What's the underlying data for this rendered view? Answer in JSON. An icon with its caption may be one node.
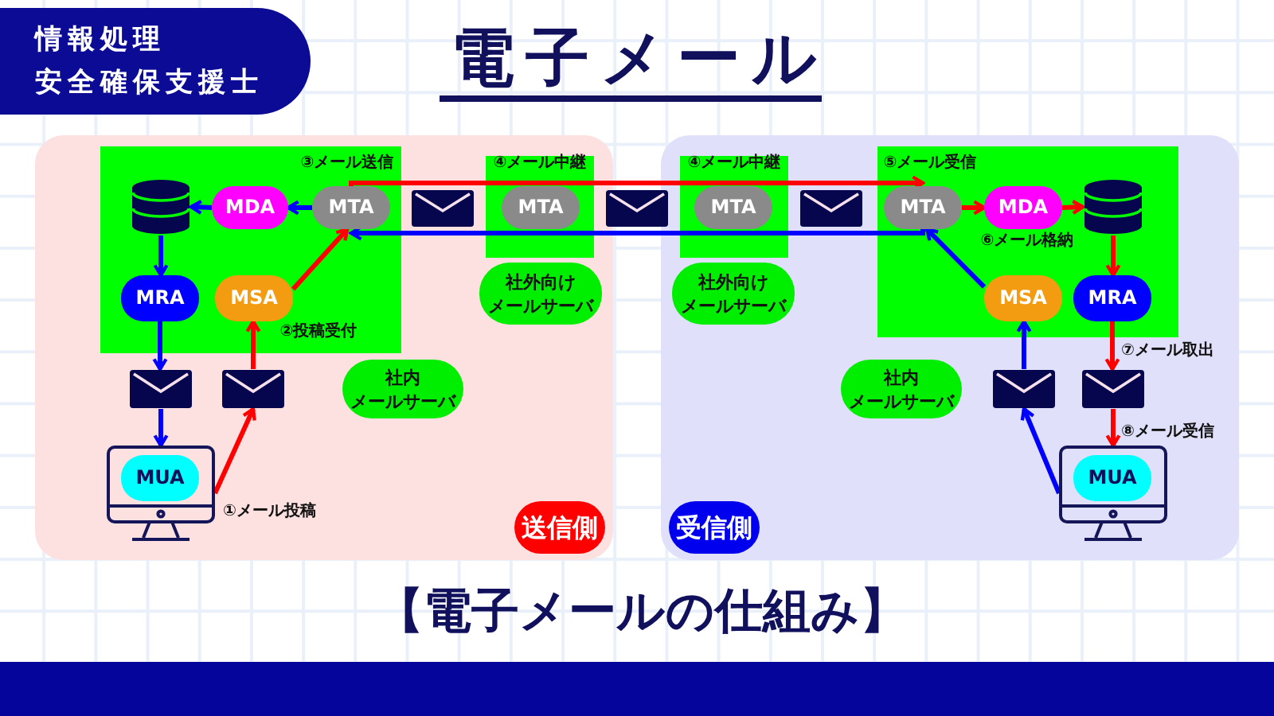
{
  "diagram": {
    "title": "電子メール",
    "caption": "【電子メールの仕組み】",
    "nodes": [
      {
        "text": [
          "情報処理安全確保支援士"
        ]
      },
      {
        "text": [],
        "shape": "box"
      },
      {
        "text": [],
        "shape": "box",
        "in": 1
      },
      {
        "text": [],
        "shape": "cylinder",
        "in": 2
      },
      {
        "text": [
          "MDA"
        ],
        "in": 2
      },
      {
        "text": [
          "MTA"
        ],
        "in": 2,
        "beside": [
          "③メール送信"
        ]
      },
      {
        "text": [
          "MRA"
        ],
        "in": 2
      },
      {
        "text": [
          "MSA"
        ],
        "in": 2,
        "beside": [
          "②投稿受付"
        ]
      },
      {
        "text": [],
        "shape": "box",
        "in": 1
      },
      {
        "text": [
          "MTA"
        ],
        "in": 8,
        "beside": [
          "④メール中継"
        ]
      },
      {
        "text": [
          "社外向けメールサーバ"
        ],
        "in": 1
      },
      {
        "text": [],
        "shape": "envelope",
        "in": 1
      },
      {
        "text": [],
        "shape": "envelope"
      },
      {
        "text": [],
        "shape": "envelope",
        "in": 1
      },
      {
        "text": [],
        "shape": "envelope",
        "in": 1
      },
      {
        "text": [
          "社内メールサーバ"
        ],
        "in": 1
      },
      {
        "text": [],
        "shape": "monitor",
        "in": 1
      },
      {
        "text": [
          "MUA"
        ],
        "in": 16
      },
      {
        "text": [
          "送信側"
        ],
        "in": 1
      },
      {
        "text": [],
        "shape": "box"
      },
      {
        "text": [],
        "shape": "box",
        "in": 19
      },
      {
        "text": [
          "MTA"
        ],
        "in": 20,
        "beside": [
          "④メール中継"
        ]
      },
      {
        "text": [
          "社外向けメールサーバ"
        ],
        "in": 19
      },
      {
        "text": [],
        "shape": "envelope",
        "in": 19
      },
      {
        "text": [],
        "shape": "box",
        "in": 19
      },
      {
        "text": [
          "MTA"
        ],
        "in": 24,
        "beside": [
          "⑤メール受信"
        ]
      },
      {
        "text": [
          "MDA"
        ],
        "in": 24,
        "beside": [
          "⑥メール格納"
        ]
      },
      {
        "text": [],
        "shape": "cylinder",
        "in": 24
      },
      {
        "text": [
          "MSA"
        ],
        "in": 24
      },
      {
        "text": [
          "MRA"
        ],
        "in": 24
      },
      {
        "text": [
          "社内メールサーバ"
        ],
        "in": 19
      },
      {
        "text": [],
        "shape": "envelope",
        "in": 19
      },
      {
        "text": [],
        "shape": "envelope",
        "in": 19
      },
      {
        "text": [],
        "shape": "monitor",
        "in": 19
      },
      {
        "text": [
          "MUA"
        ],
        "in": 33
      },
      {
        "text": [
          "受信側"
        ],
        "in": 19
      }
    ],
    "edges": [
      {
        "from": 5,
        "to": 4,
        "arrow": "to",
        "color": "#0000ff"
      },
      {
        "from": 4,
        "to": 3,
        "arrow": "to",
        "color": "#0000ff"
      },
      {
        "from": 3,
        "to": 6,
        "arrow": "to",
        "color": "#0000ff"
      },
      {
        "from": 6,
        "to": 13,
        "arrow": "to",
        "color": "#0000ff"
      },
      {
        "from": 13,
        "to": 16,
        "arrow": "to",
        "color": "#0000ff"
      },
      {
        "from": 16,
        "to": 14,
        "arrow": "to",
        "label": "①メール投稿",
        "color": "#ff0000"
      },
      {
        "from": 14,
        "to": 7,
        "arrow": "to",
        "color": "#ff0000"
      },
      {
        "from": 7,
        "to": 5,
        "arrow": "to",
        "color": "#ff0000"
      },
      {
        "from": 5,
        "to": 25,
        "arrow": "to",
        "color": "#ff0000"
      },
      {
        "from": 25,
        "to": 26,
        "arrow": "to",
        "color": "#ff0000"
      },
      {
        "from": 26,
        "to": 27,
        "arrow": "to",
        "color": "#ff0000"
      },
      {
        "from": 27,
        "to": 29,
        "arrow": "to",
        "color": "#ff0000"
      },
      {
        "from": 29,
        "to": 32,
        "arrow": "to",
        "label": "⑦メール取出",
        "color": "#ff0000"
      },
      {
        "from": 32,
        "to": 33,
        "arrow": "to",
        "label": "⑧メール受信",
        "color": "#ff0000"
      },
      {
        "from": 33,
        "to": 31,
        "arrow": "to",
        "color": "#0000ff"
      },
      {
        "from": 31,
        "to": 28,
        "arrow": "to",
        "color": "#0000ff"
      },
      {
        "from": 28,
        "to": 25,
        "arrow": "to",
        "color": "#0000ff"
      },
      {
        "from": 25,
        "to": 5,
        "arrow": "to",
        "color": "#0000ff"
      }
    ]
  }
}
